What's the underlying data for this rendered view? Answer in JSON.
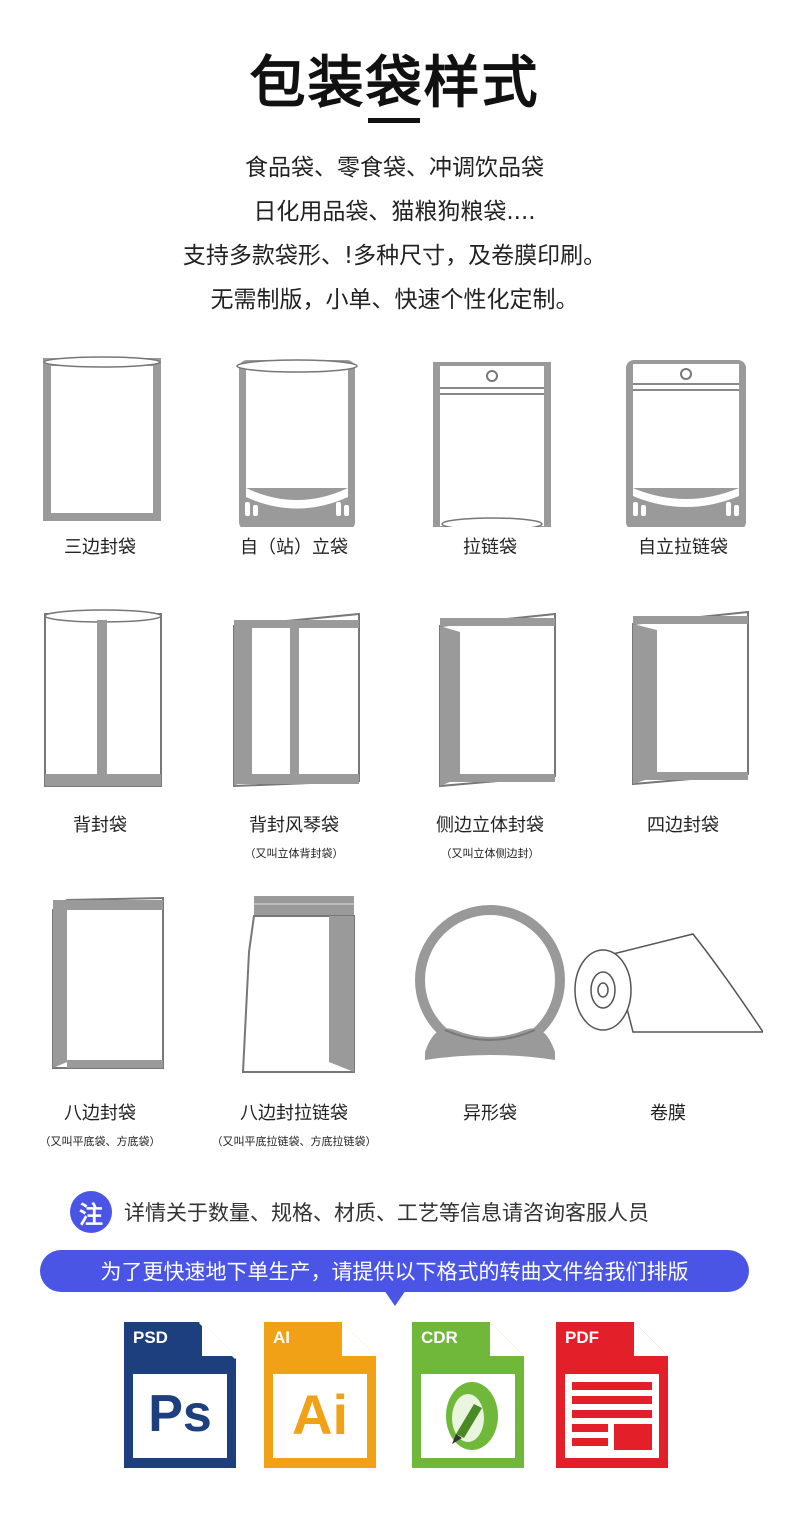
{
  "title": "包装袋样式",
  "intro": [
    "食品袋、零食袋、冲调饮品袋",
    "日化用品袋、猫粮狗粮袋....",
    "支持多款袋形、!多种尺寸，及卷膜印刷。",
    "无需制版，小单、快速个性化定制。"
  ],
  "bags": [
    {
      "label": "三边封袋",
      "sub": "",
      "icon": "three-side-seal-bag-icon"
    },
    {
      "label": "自（站）立袋",
      "sub": "",
      "icon": "stand-up-pouch-icon"
    },
    {
      "label": "拉链袋",
      "sub": "",
      "icon": "zipper-bag-icon"
    },
    {
      "label": "自立拉链袋",
      "sub": "",
      "icon": "stand-up-zipper-bag-icon"
    },
    {
      "label": "背封袋",
      "sub": "",
      "icon": "back-seal-bag-icon"
    },
    {
      "label": "背封风琴袋",
      "sub": "（又叫立体背封袋）",
      "icon": "back-seal-gusset-bag-icon"
    },
    {
      "label": "侧边立体封袋",
      "sub": "（又叫立体侧边封）",
      "icon": "side-gusset-bag-icon"
    },
    {
      "label": "四边封袋",
      "sub": "",
      "icon": "four-side-seal-bag-icon"
    },
    {
      "label": "八边封袋",
      "sub": "（又叫平底袋、方底袋）",
      "icon": "eight-side-seal-bag-icon"
    },
    {
      "label": "八边封拉链袋",
      "sub": "（又叫平底拉链袋、方底拉链袋）",
      "icon": "eight-side-zipper-bag-icon"
    },
    {
      "label": "异形袋",
      "sub": "",
      "icon": "shaped-bag-icon"
    },
    {
      "label": "卷膜",
      "sub": "",
      "icon": "roll-film-icon"
    }
  ],
  "note": {
    "badge": "注",
    "text": "详情关于数量、规格、材质、工艺等信息请咨询客服人员"
  },
  "banner": "为了更快速地下单生产，请提供以下格式的转曲文件给我们排版",
  "files": [
    {
      "tag": "PSD",
      "big": "Ps",
      "color": "#1d3f7e",
      "icon": "psd-file-icon"
    },
    {
      "tag": "AI",
      "big": "Ai",
      "color": "#f0a116",
      "icon": "ai-file-icon"
    },
    {
      "tag": "CDR",
      "big": "",
      "color": "#6fb83a",
      "icon": "cdr-file-icon"
    },
    {
      "tag": "PDF",
      "big": "",
      "color": "#e3202a",
      "icon": "pdf-file-icon"
    }
  ]
}
